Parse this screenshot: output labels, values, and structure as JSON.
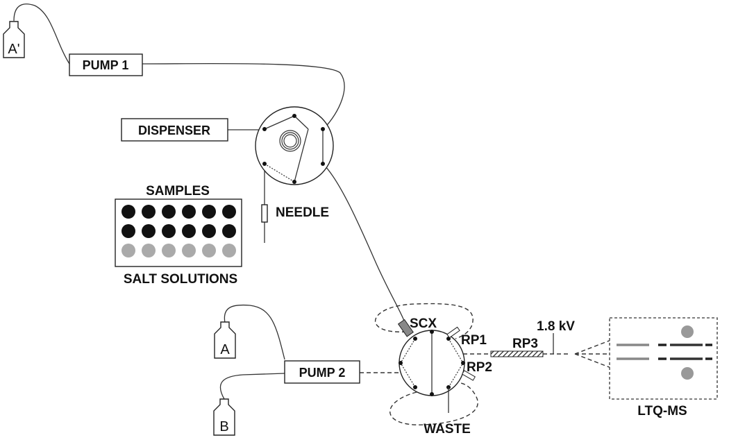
{
  "bottles": {
    "a_prime": "A'",
    "a": "A",
    "b": "B"
  },
  "boxes": {
    "pump1": "PUMP 1",
    "pump2": "PUMP 2",
    "dispenser": "DISPENSER"
  },
  "labels": {
    "needle": "NEEDLE",
    "samples": "SAMPLES",
    "salt_solutions": "SALT SOLUTIONS",
    "scx": "SCX",
    "rp1": "RP1",
    "rp2": "RP2",
    "rp3": "RP3",
    "voltage": "1.8 kV",
    "waste": "WASTE",
    "ms": "LTQ-MS"
  },
  "plate": {
    "rows": 3,
    "cols": 6,
    "sample_rows": 2,
    "sample_color": "#111111",
    "salt_color": "#aaaaaa"
  },
  "colors": {
    "line": "#333333",
    "ms_gray": "#888888",
    "ms_dark": "#222222"
  }
}
